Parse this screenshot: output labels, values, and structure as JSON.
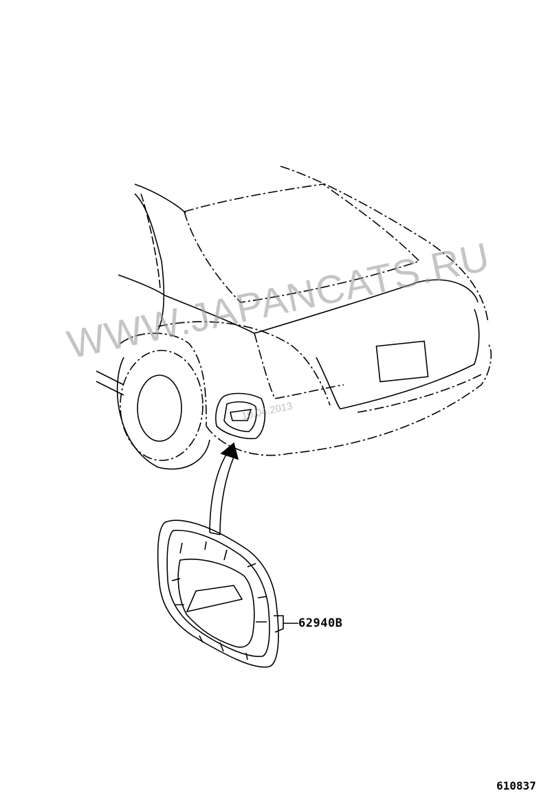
{
  "diagram": {
    "part_callout": "62940B",
    "figure_number": "610837",
    "watermark": "WWW.JAPANCATS.RU",
    "watermark_date": "10.04.2013"
  }
}
